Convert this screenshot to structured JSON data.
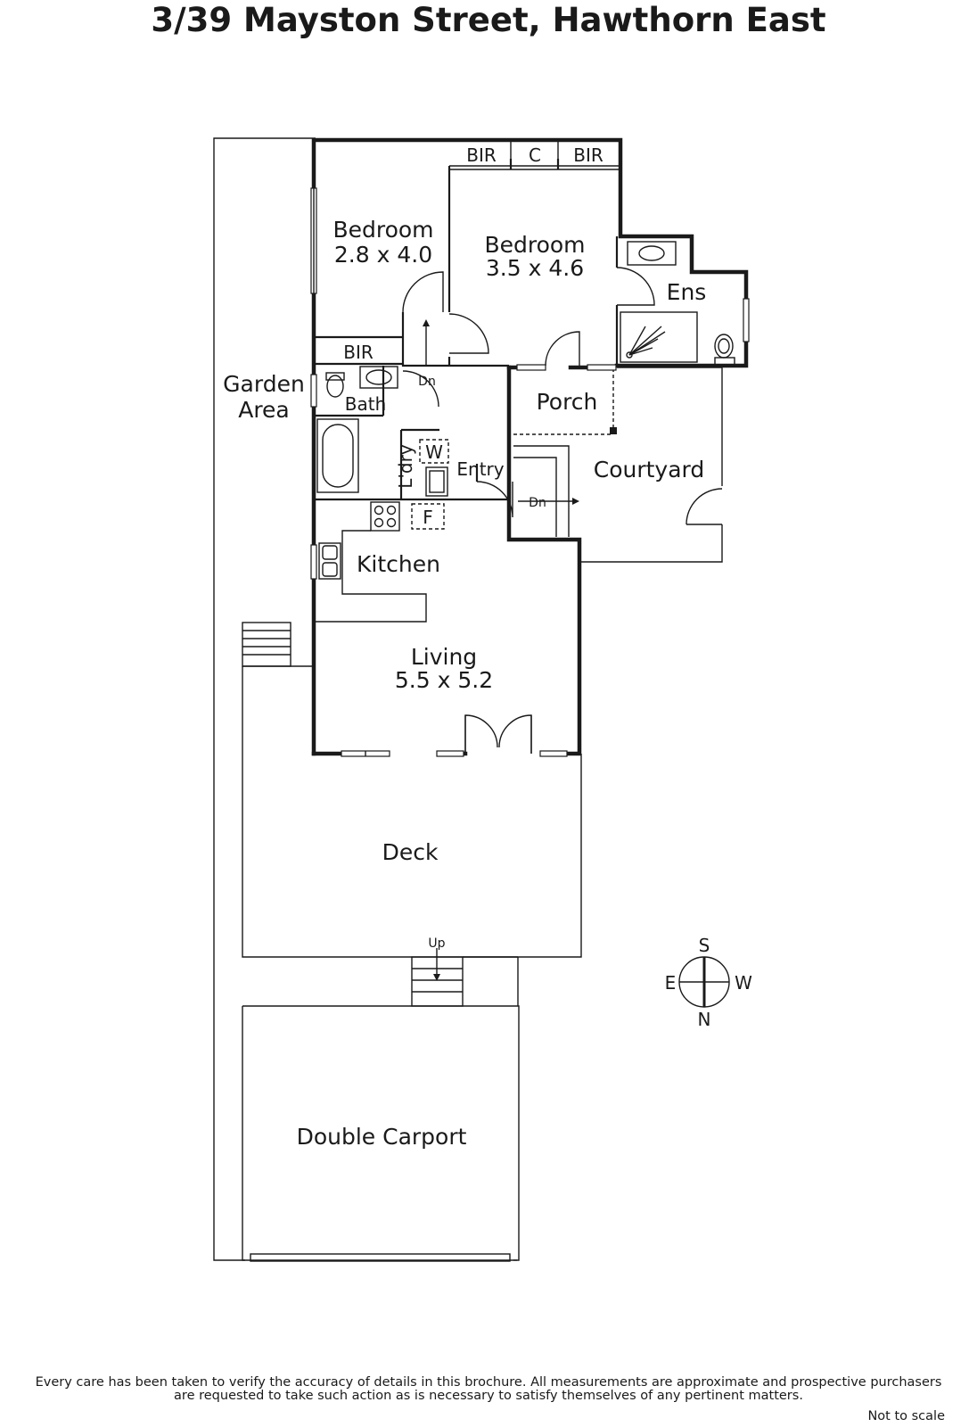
{
  "title": "3/39 Mayston Street, Hawthorn East",
  "rooms": {
    "bedroom1": {
      "name": "Bedroom",
      "size": "2.8 x 4.0"
    },
    "bedroom2": {
      "name": "Bedroom",
      "size": "3.5 x 4.6"
    },
    "living": {
      "name": "Living",
      "size": "5.5 x 5.2"
    },
    "garden": {
      "line1": "Garden",
      "line2": "Area"
    },
    "bath": "Bath",
    "ens": "Ens",
    "porch": "Porch",
    "courtyard": "Courtyard",
    "entry": "Entry",
    "laundry": "L'dry",
    "kitchen": "Kitchen",
    "deck": "Deck",
    "carport": "Double Carport"
  },
  "fixtures": {
    "bir_top_left": "BIR",
    "cupboard": "C",
    "bir_top_right": "BIR",
    "bir_lower": "BIR",
    "washer": "W",
    "fridge": "F"
  },
  "stairs": {
    "dn_hall": "Dn",
    "dn_entry": "Dn",
    "up_deck": "Up"
  },
  "compass": {
    "north": "N",
    "south": "S",
    "east": "E",
    "west": "W"
  },
  "disclaimer": {
    "line1": "Every care has been taken to verify the accuracy of details in this brochure.  All measurements are approximate and prospective purchasers",
    "line2": "are requested to take such action as is necessary to satisfy themselves of any pertinent matters."
  },
  "scale_note": "Not to scale"
}
